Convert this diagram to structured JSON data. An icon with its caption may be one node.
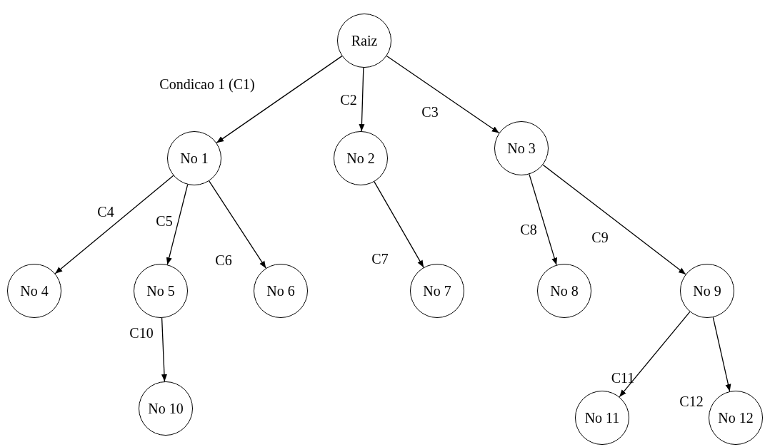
{
  "diagram": {
    "nodes": [
      {
        "text": [
          "Raiz"
        ]
      },
      {
        "text": [
          "No 1"
        ]
      },
      {
        "text": [
          "No 2"
        ]
      },
      {
        "text": [
          "No 3"
        ]
      },
      {
        "text": [
          "No 4"
        ]
      },
      {
        "text": [
          "No 5"
        ]
      },
      {
        "text": [
          "No 6"
        ]
      },
      {
        "text": [
          "No 7"
        ]
      },
      {
        "text": [
          "No 8"
        ]
      },
      {
        "text": [
          "No 9"
        ]
      },
      {
        "text": [
          "No 10"
        ]
      },
      {
        "text": [
          "No 11"
        ]
      },
      {
        "text": [
          "No 12"
        ]
      }
    ],
    "edges": [
      {
        "from": 0,
        "to": 1,
        "arrow": "to",
        "label": "Condicao 1 (C1)"
      },
      {
        "from": 0,
        "to": 2,
        "arrow": "to",
        "label": "C2"
      },
      {
        "from": 0,
        "to": 3,
        "arrow": "to",
        "label": "C3"
      },
      {
        "from": 1,
        "to": 4,
        "arrow": "to",
        "label": "C4"
      },
      {
        "from": 1,
        "to": 5,
        "arrow": "to",
        "label": "C5"
      },
      {
        "from": 1,
        "to": 6,
        "arrow": "to",
        "label": "C6"
      },
      {
        "from": 2,
        "to": 7,
        "arrow": "to",
        "label": "C7"
      },
      {
        "from": 3,
        "to": 8,
        "arrow": "to",
        "label": "C8"
      },
      {
        "from": 3,
        "to": 9,
        "arrow": "to",
        "label": "C9"
      },
      {
        "from": 5,
        "to": 10,
        "arrow": "to",
        "label": "C10"
      },
      {
        "from": 9,
        "to": 11,
        "arrow": "to",
        "label": "C11"
      },
      {
        "from": 9,
        "to": 12,
        "arrow": "to",
        "label": "C12"
      }
    ]
  }
}
